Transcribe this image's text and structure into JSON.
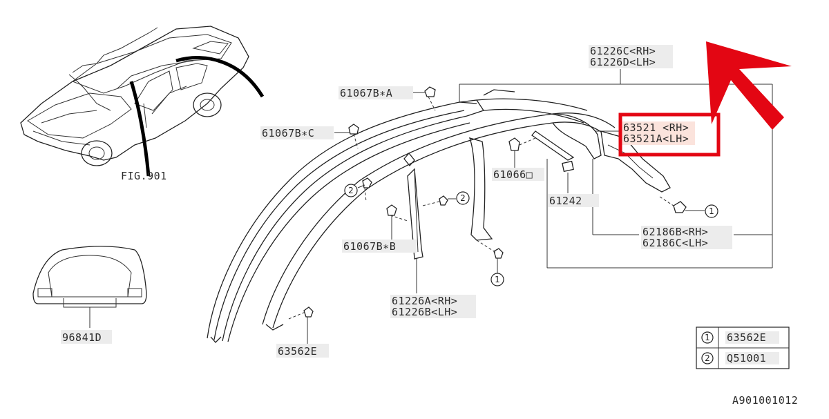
{
  "colors": {
    "highlight": "#e30613",
    "label_background": "#ececec",
    "line": "#222222"
  },
  "figure_ref": "FIG.901",
  "diagram_code": "A901001012",
  "parts": {
    "side_rail_rh": "61226C<RH>",
    "side_rail_lh": "61226D<LH>",
    "clip_a": "61067B∗A",
    "clip_c": "61067B∗C",
    "clip_b": "61067B∗B",
    "grommet": "61066□",
    "pad": "61242",
    "garnish_rh": "63521 <RH>",
    "garnish_lh": "63521A<LH>",
    "drip_rh": "62186B<RH>",
    "drip_lh": "62186C<LH>",
    "pillar_rh": "61226A<RH>",
    "pillar_lh": "61226B<LH>",
    "rivet_bottom": "63562E",
    "headliner": "96841D"
  },
  "callouts": {
    "one": "1",
    "two": "2"
  },
  "legend": [
    {
      "num": "1",
      "part": "63562E"
    },
    {
      "num": "2",
      "part": "Q51001"
    }
  ]
}
